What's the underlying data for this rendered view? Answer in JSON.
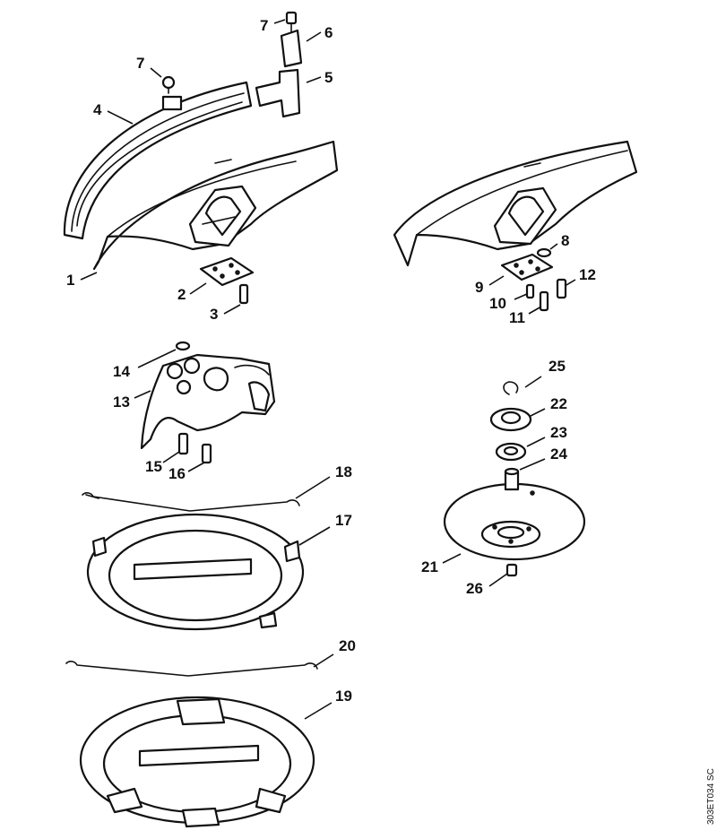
{
  "callouts": {
    "c1": "1",
    "c2": "2",
    "c3": "3",
    "c4": "4",
    "c5": "5",
    "c6": "6",
    "c7a": "7",
    "c7b": "7",
    "c8": "8",
    "c9": "9",
    "c10": "10",
    "c11": "11",
    "c12": "12",
    "c13": "13",
    "c14": "14",
    "c15": "15",
    "c16": "16",
    "c17": "17",
    "c18": "18",
    "c19": "19",
    "c20": "20",
    "c21": "21",
    "c22": "22",
    "c23": "23",
    "c24": "24",
    "c25": "25",
    "c26": "26"
  },
  "doc_ref": "303ET034 SC"
}
